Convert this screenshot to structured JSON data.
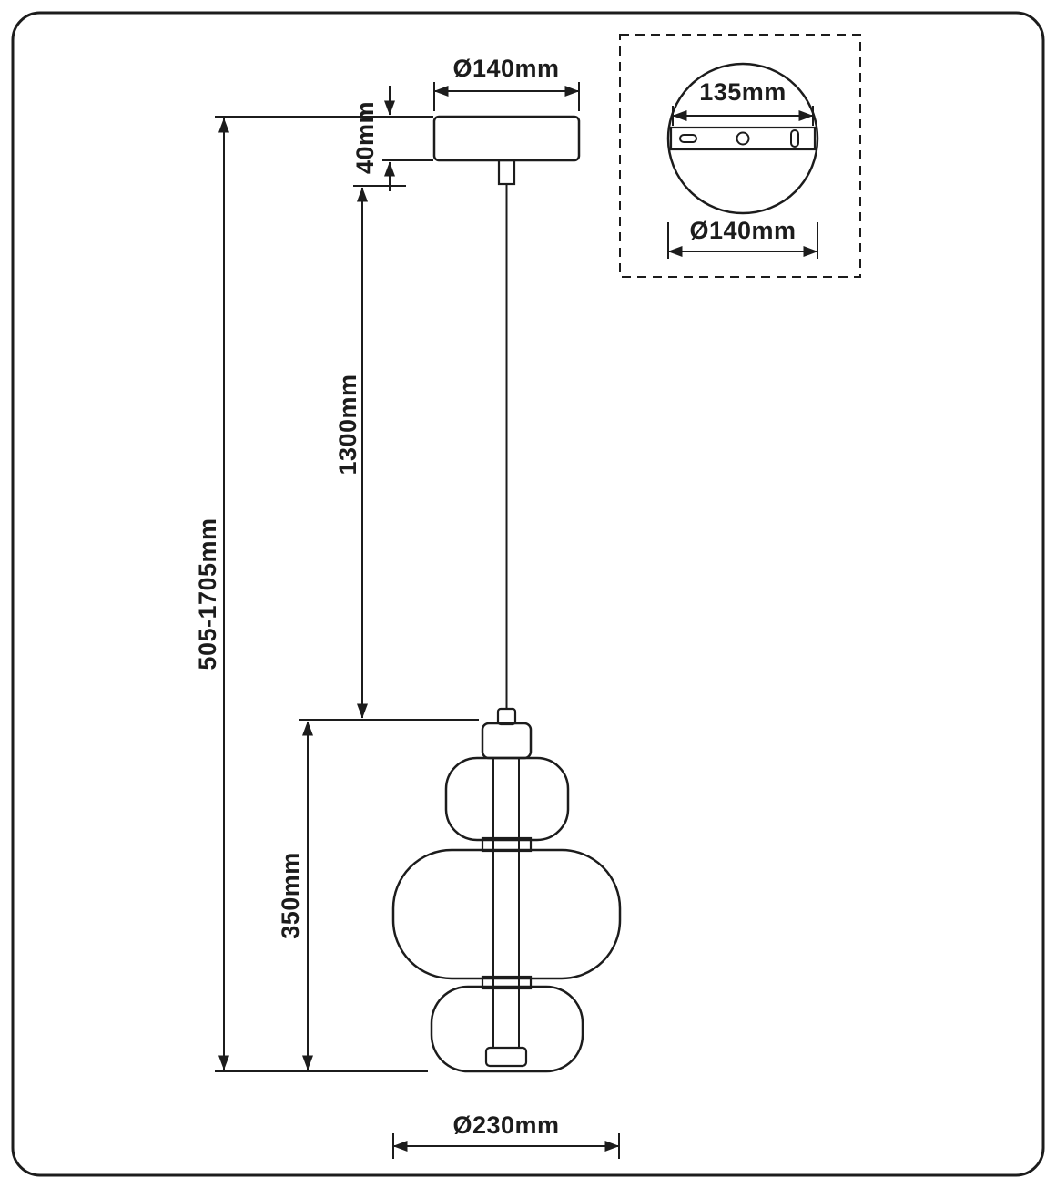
{
  "drawing": {
    "type": "technical-dimension-diagram",
    "background": "#ffffff",
    "line_color": "#1c1c1c",
    "front_view": {
      "canopy_diameter_label": "Ø140mm",
      "canopy_height_label": "40mm",
      "cord_length_label": "1300mm",
      "overall_height_label": "505-1705mm",
      "body_height_label": "350mm",
      "body_diameter_label": "Ø230mm"
    },
    "top_view": {
      "mount_plate_width_label": "135mm",
      "canopy_diameter_label": "Ø140mm"
    }
  }
}
